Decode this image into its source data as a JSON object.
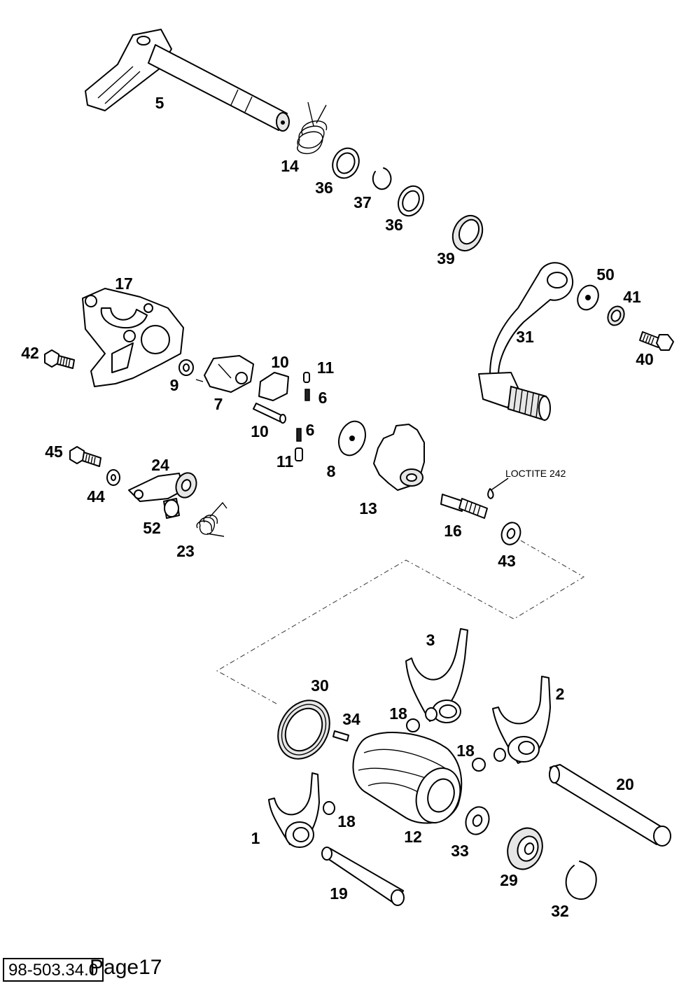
{
  "part_labels": [
    "5",
    "14",
    "36",
    "37",
    "36",
    "39",
    "17",
    "50",
    "41",
    "31",
    "40",
    "42",
    "9",
    "7",
    "10",
    "11",
    "6",
    "10",
    "6",
    "11",
    "45",
    "24",
    "44",
    "52",
    "23",
    "8",
    "13",
    "16",
    "43",
    "3",
    "2",
    "30",
    "34",
    "18",
    "18",
    "20",
    "18",
    "1",
    "12",
    "33",
    "29",
    "19",
    "32"
  ],
  "annotation": "LOCTITE 242",
  "footer": {
    "code": "98-503.34.0",
    "page": "Page17"
  }
}
